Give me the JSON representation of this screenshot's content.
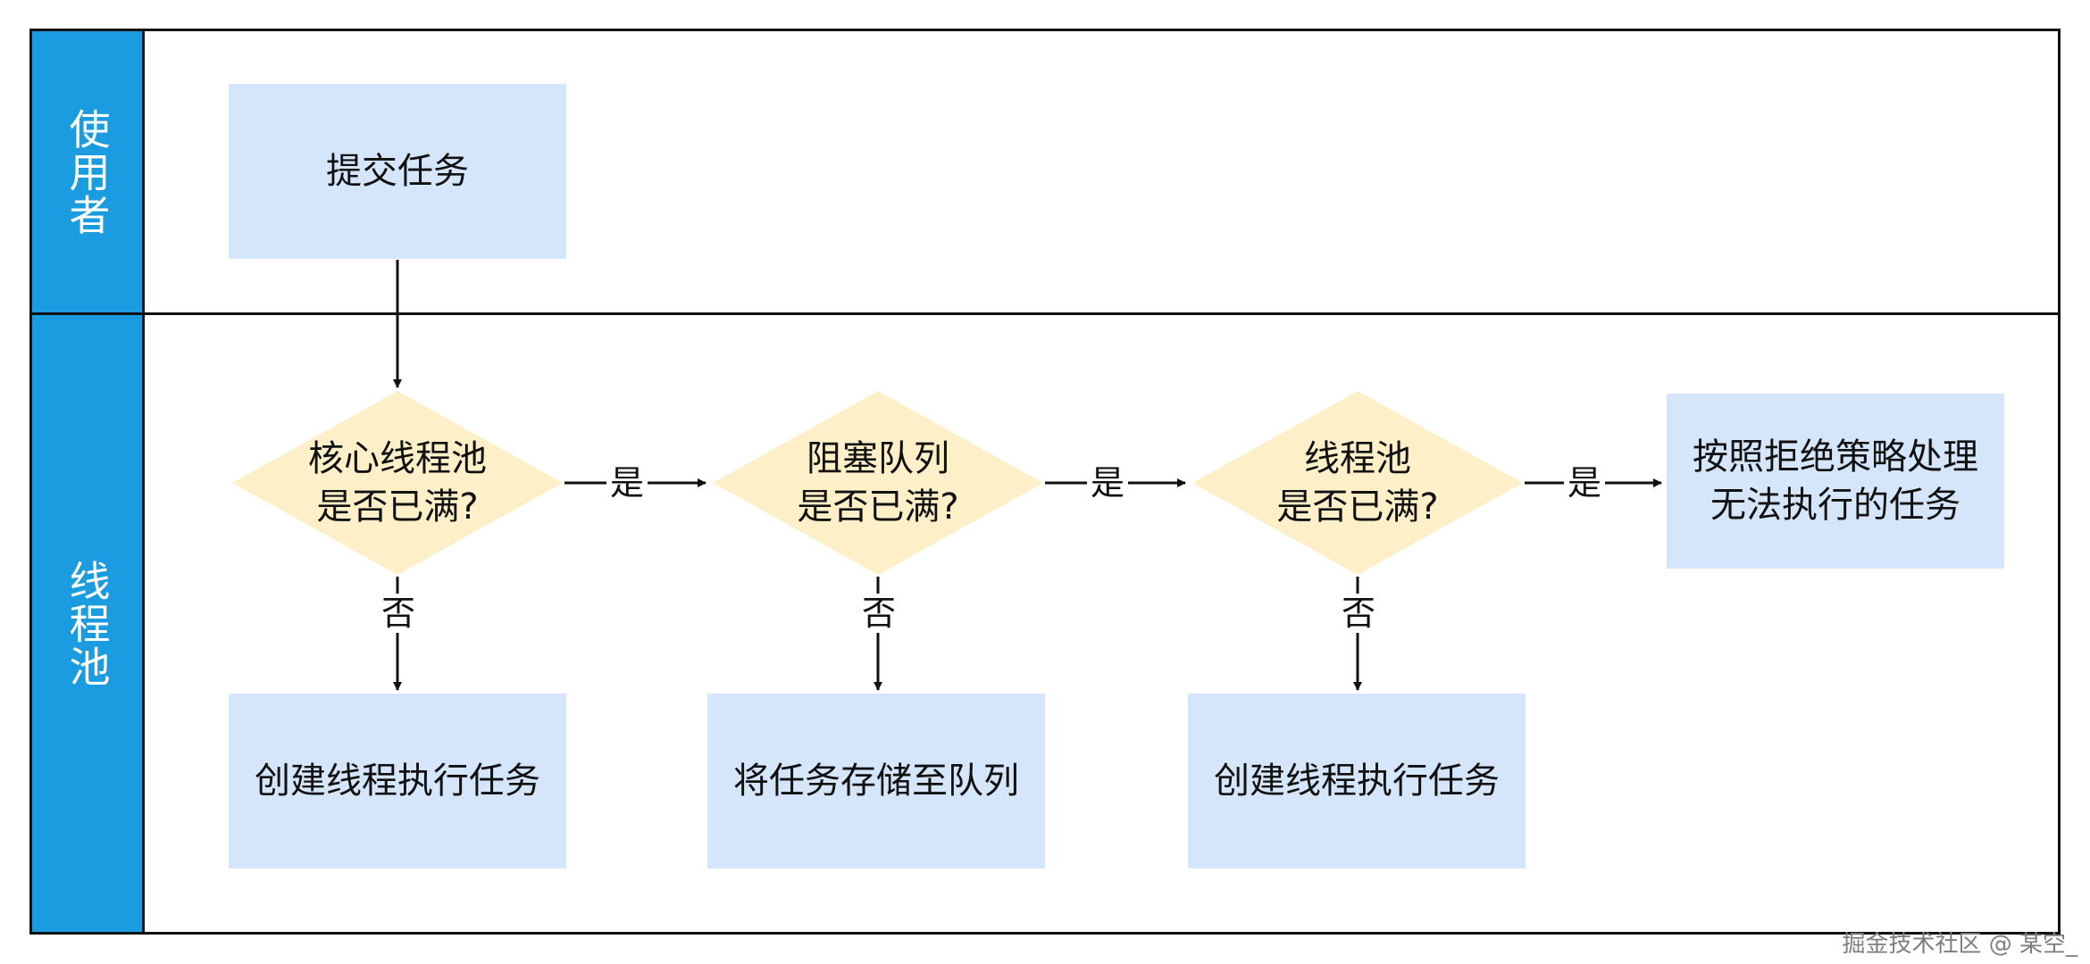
{
  "lanes": [
    {
      "label": "使用者"
    },
    {
      "label": "线程池"
    }
  ],
  "nodes": {
    "submit": "提交任务",
    "core_full": "核心线程池\n是否已满?",
    "queue_full": "阻塞队列\n是否已满?",
    "pool_full": "线程池\n是否已满?",
    "reject": "按照拒绝策略处理\n无法执行的任务",
    "create_core": "创建线程执行任务",
    "enqueue": "将任务存储至队列",
    "create_thread": "创建线程执行任务"
  },
  "edge_labels": {
    "yes": "是",
    "no": "否"
  },
  "colors": {
    "lane_header": "#1b9ce0",
    "process_fill": "#d6e6fa",
    "decision_fill": "#fdf0c8"
  },
  "watermark": "掘金技术社区 @ 某空_"
}
